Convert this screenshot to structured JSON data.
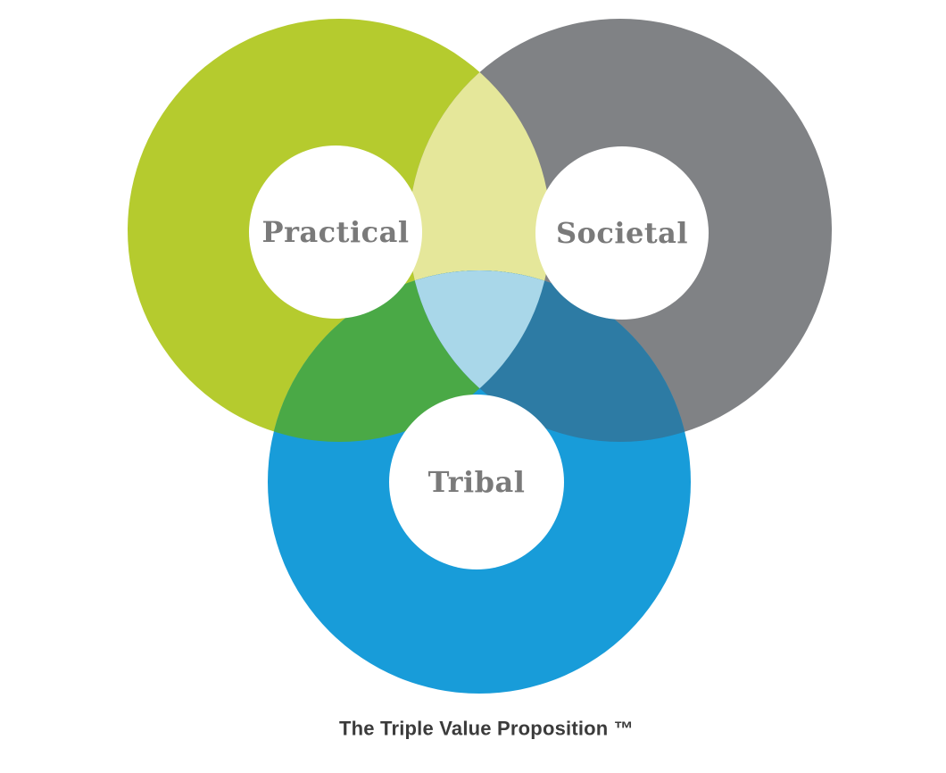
{
  "page": {
    "background": "#ffffff"
  },
  "diagram": {
    "type": "venn-3-donut",
    "caption": "The Triple Value Proposition ™",
    "caption_color": "#3b3b3b",
    "label_color": "#7a7a7a",
    "hole_color": "#ffffff",
    "circles": [
      {
        "id": "practical",
        "label": "Practical",
        "color": "#b5cb2e"
      },
      {
        "id": "societal",
        "label": "Societal",
        "color": "#808285"
      },
      {
        "id": "tribal",
        "label": "Tribal",
        "color": "#189cd9"
      }
    ],
    "overlaps": [
      {
        "between": "practical+societal",
        "color": "#e5e79a"
      },
      {
        "between": "practical+tribal",
        "color": "#4aa946"
      },
      {
        "between": "societal+tribal",
        "color": "#2d7ba4"
      },
      {
        "between": "practical+societal+tribal",
        "color": "#a9d7e9"
      }
    ]
  }
}
